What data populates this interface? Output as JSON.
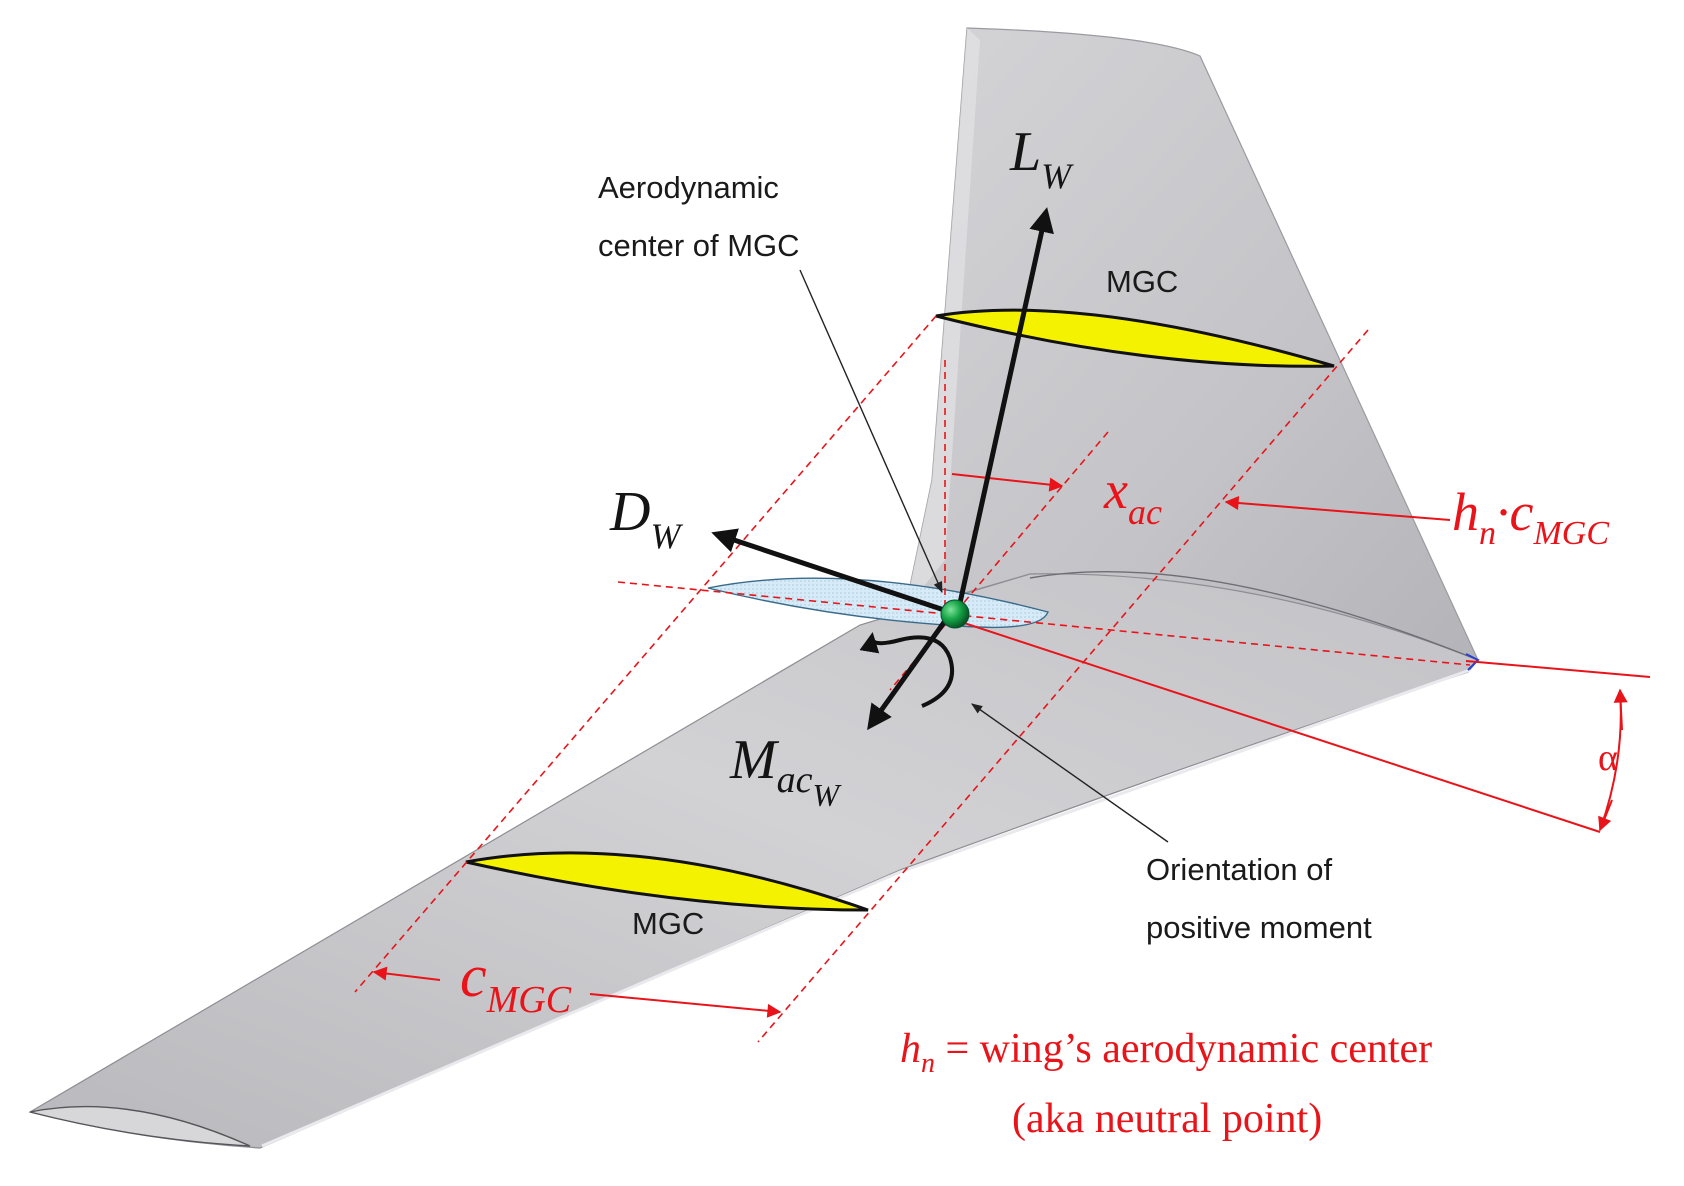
{
  "force_labels": {
    "lift_main": "L",
    "lift_sub": "W",
    "drag_main": "D",
    "drag_sub": "W",
    "moment_main": "M",
    "moment_sub": "ac",
    "moment_subsub": "W"
  },
  "dimension_labels": {
    "xac_main": "x",
    "xac_sub": "ac",
    "hn_main": "h",
    "hn_sub": "n",
    "hn_dot": "·",
    "hn_c": "c",
    "hn_c_sub": "MGC",
    "cmgc_main": "c",
    "cmgc_sub": "MGC",
    "alpha": "α"
  },
  "annotations": {
    "ac_line1": "Aerodynamic",
    "ac_line2": "center of MGC",
    "mgc_top": "MGC",
    "mgc_bottom": "MGC",
    "orient_line1": "Orientation of",
    "orient_line2": "positive moment"
  },
  "equation": {
    "h": "h",
    "n": "n",
    "rest": " = wing’s aerodynamic center",
    "line2": "(aka neutral point)"
  },
  "colors": {
    "wing_fill": "#c9c9cc",
    "wing_edge": "#55555a",
    "airfoil_fill": "#f5f200",
    "accent_red": "#e8141a",
    "section_fill": "#cfe6f5",
    "ac_point": "#0d8a3a"
  }
}
